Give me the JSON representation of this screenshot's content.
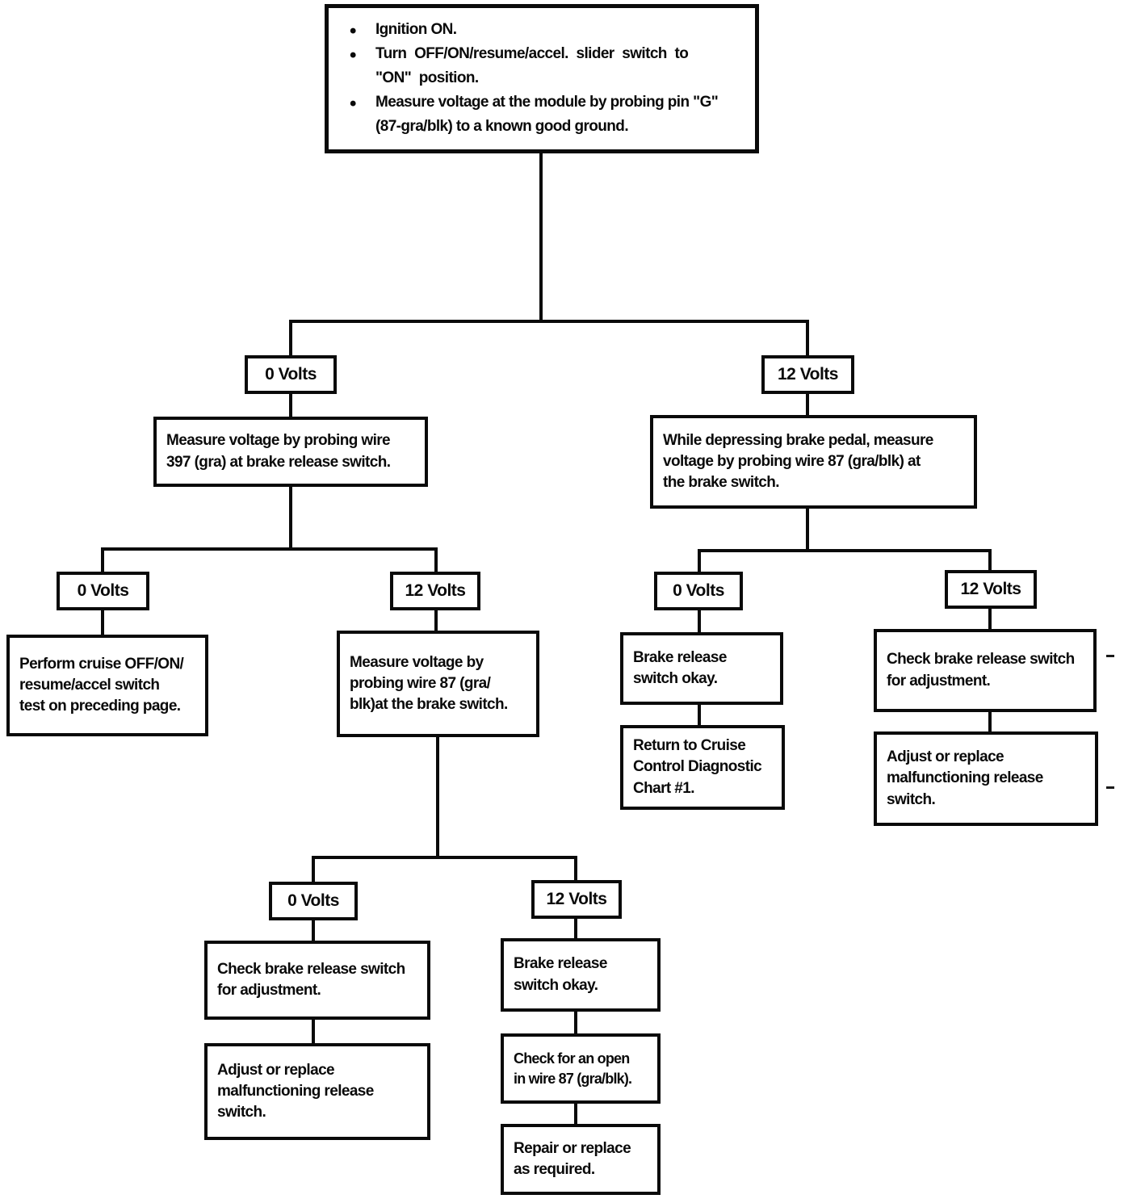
{
  "colors": {
    "ink": "#0a0a0a",
    "background": "#ffffff"
  },
  "flowchart": {
    "type": "flowchart",
    "start": {
      "bullets": [
        "Ignition ON.",
        "Turn OFF/ON/resume/accel. slider switch to\n\"ON\" position.",
        "Measure voltage at the module by probing pin \"G\"\n(87-gra/blk) to a known good ground."
      ]
    },
    "left": {
      "result": "0 Volts",
      "action": "Measure voltage by probing wire\n397 (gra) at brake release switch.",
      "zero": {
        "result": "0 Volts",
        "action": "Perform cruise OFF/ON/\nresume/accel switch\ntest on preceding page."
      },
      "twelve": {
        "result": "12 Volts",
        "action": "Measure voltage by\nprobing wire 87 (gra/\nblk)at the brake switch.",
        "zero": {
          "result": "0 Volts",
          "action": "Check brake release switch\nfor adjustment.",
          "followup": "Adjust or replace\nmalfunctioning release\nswitch."
        },
        "twelve": {
          "result": "12 Volts",
          "action": "Brake release\nswitch okay.",
          "followup": "Check for an open\nin wire 87 (gra/blk).",
          "followup2": "Repair or replace\nas required."
        }
      }
    },
    "right": {
      "result": "12 Volts",
      "action": "While depressing brake pedal, measure\nvoltage by probing wire 87 (gra/blk) at\nthe brake switch.",
      "zero": {
        "result": "0 Volts",
        "action": "Brake release\nswitch okay.",
        "followup": "Return to Cruise\nControl Diagnostic\nChart #1."
      },
      "twelve": {
        "result": "12 Volts",
        "action": "Check brake release switch\nfor adjustment.",
        "followup": "Adjust or replace\nmalfunctioning release\nswitch."
      }
    }
  }
}
